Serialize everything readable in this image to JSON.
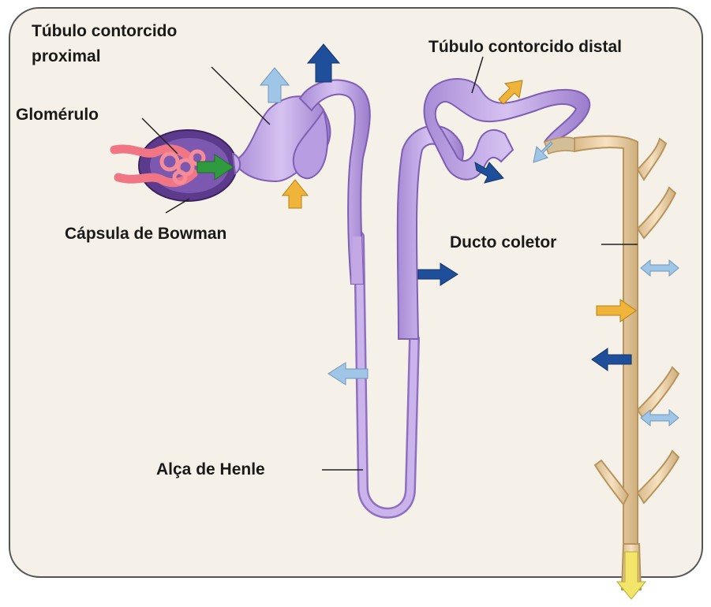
{
  "labels": {
    "proximal_line1": "Túbulo contorcido",
    "proximal_line2": "proximal",
    "distal": "Túbulo contorcido distal",
    "glomerulo": "Glomérulo",
    "bowman": "Cápsula de Bowman",
    "ducto": "Ducto coletor",
    "henle": "Alça de Henle"
  },
  "colors": {
    "background": "#f6f1e8",
    "tubule": "#c4a8e6",
    "tubule_dark": "#8f6fbf",
    "duct": "#ecd2a8",
    "duct_dark": "#c8a571",
    "glomerulus": "#f07585",
    "capsule": "#5d3b8c",
    "arrow_dark_blue": "#1f4f9a",
    "arrow_light_blue": "#9fc6e6",
    "arrow_orange": "#f0b43a",
    "arrow_green": "#2f9a3e",
    "arrow_yellow_outflow": "#f3e56a"
  }
}
